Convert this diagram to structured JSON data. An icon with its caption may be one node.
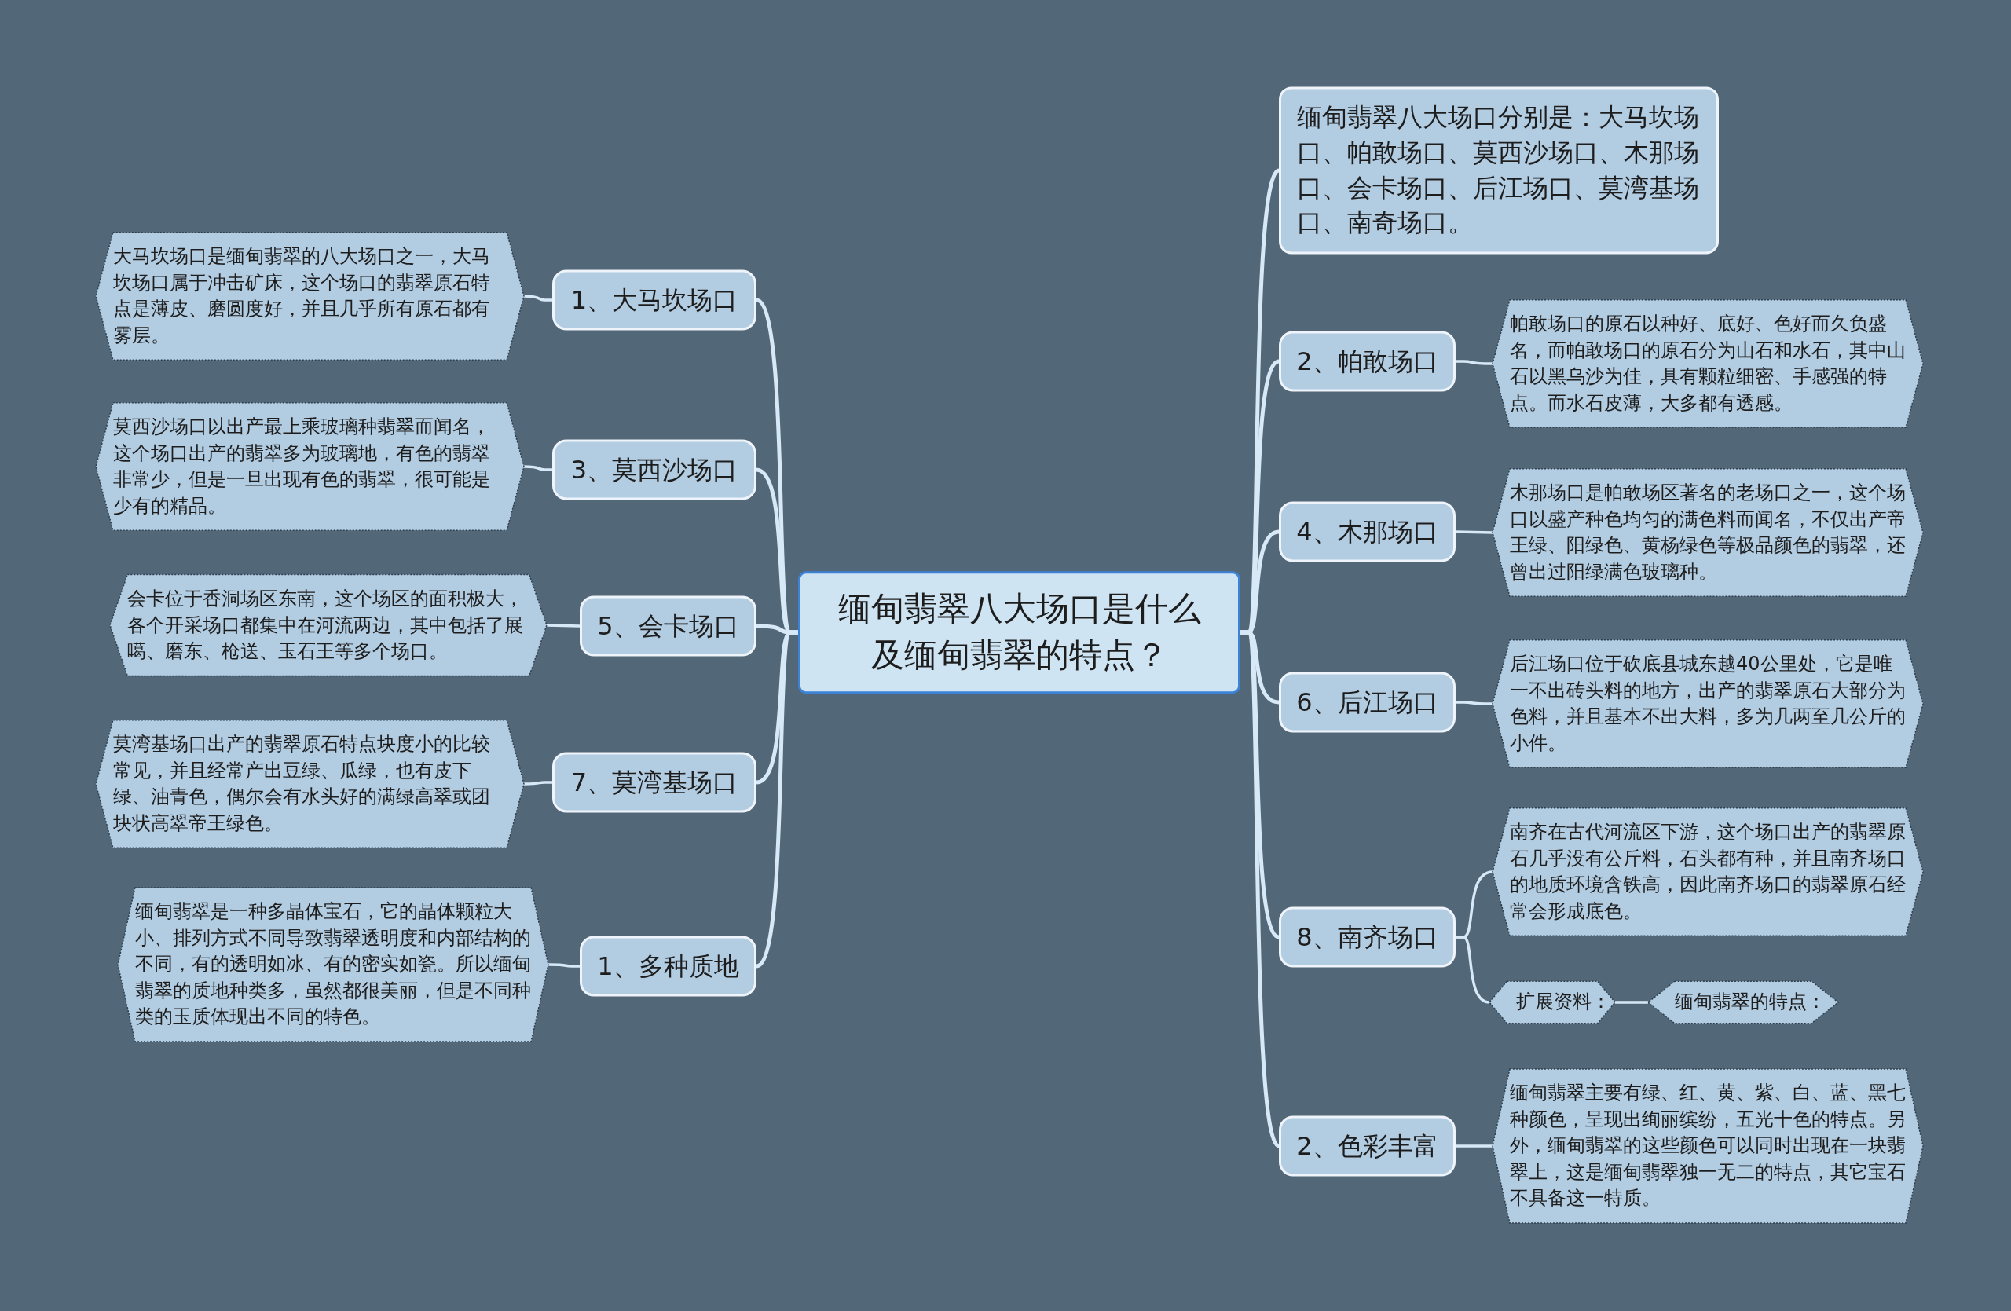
{
  "diagram": {
    "nodes": [
      {
        "text": [
          "缅甸翡翠八大场口是什么及缅甸翡翠的特点？"
        ]
      },
      {
        "text": [
          "1、大马坎场口"
        ]
      },
      {
        "text": [
          "大马坎场口是缅甸翡翠的八大场口之一，大马坎场口属于冲击矿床，这个场口的翡翠原石特点是薄皮、磨圆度好，并且几乎所有原石都有雾层。"
        ]
      },
      {
        "text": [
          "3、莫西沙场口"
        ]
      },
      {
        "text": [
          "莫西沙场口以出产最上乘玻璃种翡翠而闻名，这个场口出产的翡翠多为玻璃地，有色的翡翠非常少，但是一旦出现有色的翡翠，很可能是少有的精品。"
        ]
      },
      {
        "text": [
          "5、会卡场口"
        ]
      },
      {
        "text": [
          "会卡位于香洞场区东南，这个场区的面积极大，各个开采场口都集中在河流两边，其中包括了展噶、磨东、枪送、玉石王等多个场口。"
        ]
      },
      {
        "text": [
          "7、莫湾基场口"
        ]
      },
      {
        "text": [
          "莫湾基场口出产的翡翠原石特点块度小的比较常见，并且经常产出豆绿、瓜绿，也有皮下绿、油青色，偶尔会有水头好的满绿高翠或团块状高翠帝王绿色。"
        ]
      },
      {
        "text": [
          "1、多种质地"
        ]
      },
      {
        "text": [
          "缅甸翡翠是一种多晶体宝石，它的晶体颗粒大小、排列方式不同导致翡翠透明度和内部结构的不同，有的透明如冰、有的密实如瓷。所以缅甸翡翠的质地种类多，虽然都很美丽，但是不同种类的玉质体现出不同的特色。"
        ]
      },
      {
        "text": [
          "缅甸翡翠八大场口分别是：大马坎场口、帕敢场口、莫西沙场口、木那场口、会卡场口、后江场口、莫湾基场口、南奇场口。"
        ]
      },
      {
        "text": [
          "2、帕敢场口"
        ]
      },
      {
        "text": [
          "帕敢场口的原石以种好、底好、色好而久负盛名，而帕敢场口的原石分为山石和水石，其中山石以黑乌沙为佳，具有颗粒细密、手感强的特点。而水石皮薄，大多都有透感。"
        ]
      },
      {
        "text": [
          "4、木那场口"
        ]
      },
      {
        "text": [
          "木那场口是帕敢场区著名的老场口之一，这个场口以盛产种色均匀的满色料而闻名，不仅出产帝王绿、阳绿色、黄杨绿色等极品颜色的翡翠，还曾出过阳绿满色玻璃种。"
        ]
      },
      {
        "text": [
          "6、后江场口"
        ]
      },
      {
        "text": [
          "后江场口位于砍底县城东越40公里处，它是唯一不出砖头料的地方，出产的翡翠原石大部分为色料，并且基本不出大料，多为几两至几公斤的小件。"
        ]
      },
      {
        "text": [
          "8、南齐场口"
        ]
      },
      {
        "text": [
          "南齐在古代河流区下游，这个场口出产的翡翠原石几乎没有公斤料，石头都有种，并且南齐场口的地质环境含铁高，因此南齐场口的翡翠原石经常会形成底色。"
        ]
      },
      {
        "text": [
          "扩展资料："
        ]
      },
      {
        "text": [
          "缅甸翡翠的特点："
        ]
      },
      {
        "text": [
          "2、色彩丰富"
        ]
      },
      {
        "text": [
          "缅甸翡翠主要有绿、红、黄、紫、白、蓝、黑七种颜色，呈现出绚丽缤纷，五光十色的特点。另外，缅甸翡翠的这些颜色可以同时出现在一块翡翠上，这是缅甸翡翠独一无二的特点，其它宝石不具备这一特质。"
        ]
      }
    ],
    "edges": [
      {
        "from": 0,
        "to": 1,
        "arrow": "none"
      },
      {
        "from": 0,
        "to": 3,
        "arrow": "none"
      },
      {
        "from": 0,
        "to": 5,
        "arrow": "none"
      },
      {
        "from": 0,
        "to": 7,
        "arrow": "none"
      },
      {
        "from": 0,
        "to": 9,
        "arrow": "none"
      },
      {
        "from": 0,
        "to": 11,
        "arrow": "none"
      },
      {
        "from": 0,
        "to": 12,
        "arrow": "none"
      },
      {
        "from": 0,
        "to": 14,
        "arrow": "none"
      },
      {
        "from": 0,
        "to": 16,
        "arrow": "none"
      },
      {
        "from": 0,
        "to": 18,
        "arrow": "none"
      },
      {
        "from": 0,
        "to": 22,
        "arrow": "none"
      },
      {
        "from": 1,
        "to": 2,
        "arrow": "none"
      },
      {
        "from": 3,
        "to": 4,
        "arrow": "none"
      },
      {
        "from": 5,
        "to": 6,
        "arrow": "none"
      },
      {
        "from": 7,
        "to": 8,
        "arrow": "none"
      },
      {
        "from": 9,
        "to": 10,
        "arrow": "none"
      },
      {
        "from": 12,
        "to": 13,
        "arrow": "none"
      },
      {
        "from": 14,
        "to": 15,
        "arrow": "none"
      },
      {
        "from": 16,
        "to": 17,
        "arrow": "none"
      },
      {
        "from": 18,
        "to": 19,
        "arrow": "none"
      },
      {
        "from": 18,
        "to": 20,
        "arrow": "none"
      },
      {
        "from": 20,
        "to": 21,
        "arrow": "none"
      },
      {
        "from": 22,
        "to": 23,
        "arrow": "none"
      }
    ]
  }
}
